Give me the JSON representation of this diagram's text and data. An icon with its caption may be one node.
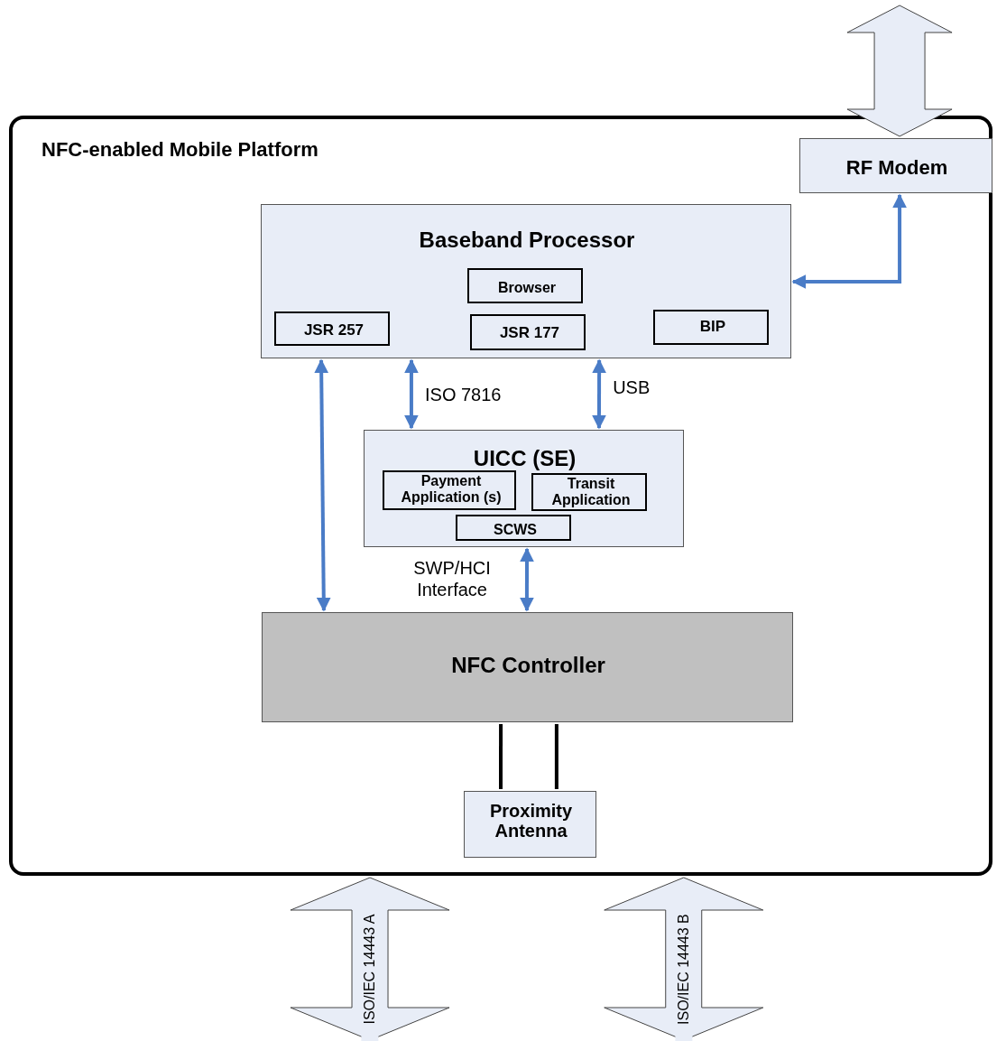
{
  "diagram": {
    "nodes": [
      {
        "text": [
          "NFC-enabled Mobile Platform"
        ]
      },
      {
        "text": [
          "RF Modem"
        ],
        "in": 0
      },
      {
        "text": [
          "Baseband Processor"
        ],
        "in": 0
      },
      {
        "text": [
          "Browser"
        ],
        "in": 2
      },
      {
        "text": [
          "JSR 257"
        ],
        "in": 2
      },
      {
        "text": [
          "JSR 177"
        ],
        "in": 2
      },
      {
        "text": [
          "BIP"
        ],
        "in": 2
      },
      {
        "text": [
          "UICC (SE)"
        ],
        "in": 0
      },
      {
        "text": [
          "Payment Application (s)"
        ],
        "in": 7
      },
      {
        "text": [
          "Transit Application"
        ],
        "in": 7
      },
      {
        "text": [
          "SCWS"
        ],
        "in": 7
      },
      {
        "text": [
          "NFC Controller"
        ],
        "in": 0
      },
      {
        "text": [
          "Proximity Antenna"
        ],
        "in": 0
      }
    ],
    "edges": [
      {
        "from": null,
        "to": 1,
        "arrow": "both",
        "style": "thick"
      },
      {
        "from": 1,
        "to": 2,
        "arrow": "both"
      },
      {
        "from": 2,
        "to": 11,
        "arrow": "both"
      },
      {
        "from": 2,
        "to": 7,
        "arrow": "both",
        "label": "ISO 7816"
      },
      {
        "from": 2,
        "to": 7,
        "arrow": "both",
        "label": "USB"
      },
      {
        "from": 7,
        "to": 11,
        "arrow": "both",
        "label": "SWP/HCI Interface"
      },
      {
        "from": 11,
        "to": 12,
        "arrow": "none",
        "color": "#000000"
      },
      {
        "from": 11,
        "to": 12,
        "arrow": "none",
        "color": "#000000"
      },
      {
        "from": 0,
        "to": null,
        "arrow": "both",
        "style": "thick",
        "label": "ISO/IEC 14443 A"
      },
      {
        "from": 0,
        "to": null,
        "arrow": "both",
        "style": "thick",
        "label": "ISO/IEC 14443 B"
      }
    ]
  }
}
